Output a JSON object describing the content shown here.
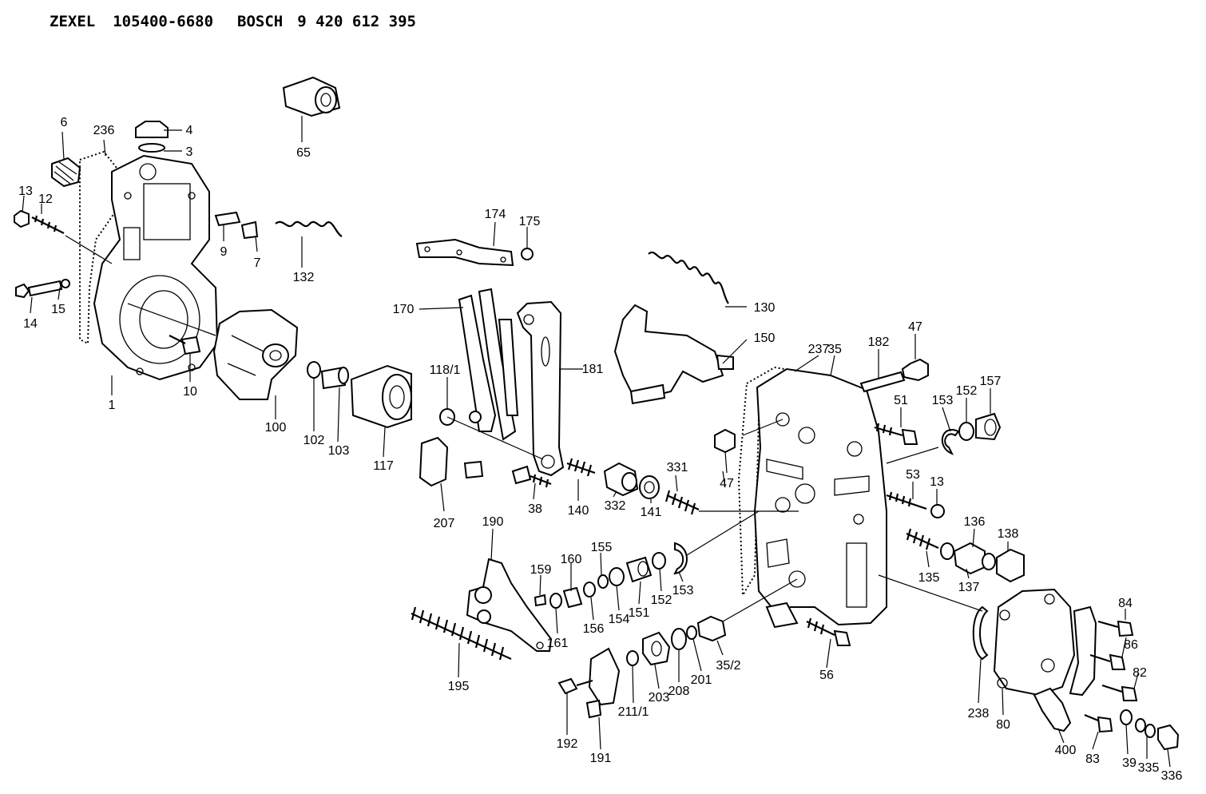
{
  "header": {
    "brand1": "ZEXEL",
    "number1": "105400-6680",
    "brand2": "BOSCH",
    "number2": "9 420 612 395"
  },
  "labels": [
    "6",
    "236",
    "4",
    "3",
    "13",
    "12",
    "14",
    "15",
    "9",
    "7",
    "132",
    "65",
    "174",
    "175",
    "170",
    "181",
    "118/1",
    "207",
    "38",
    "130",
    "150",
    "237",
    "35",
    "182",
    "47",
    "51",
    "153",
    "152",
    "157",
    "140",
    "332",
    "141",
    "331",
    "47",
    "53",
    "13",
    "136",
    "138",
    "135",
    "137",
    "100",
    "102",
    "103",
    "117",
    "10",
    "1",
    "190",
    "159",
    "160",
    "155",
    "161",
    "156",
    "154",
    "151",
    "152",
    "153",
    "195",
    "192",
    "191",
    "211/1",
    "203",
    "208",
    "201",
    "35/2",
    "56",
    "84",
    "86",
    "82",
    "80",
    "238",
    "400",
    "83",
    "39",
    "335",
    "336"
  ]
}
